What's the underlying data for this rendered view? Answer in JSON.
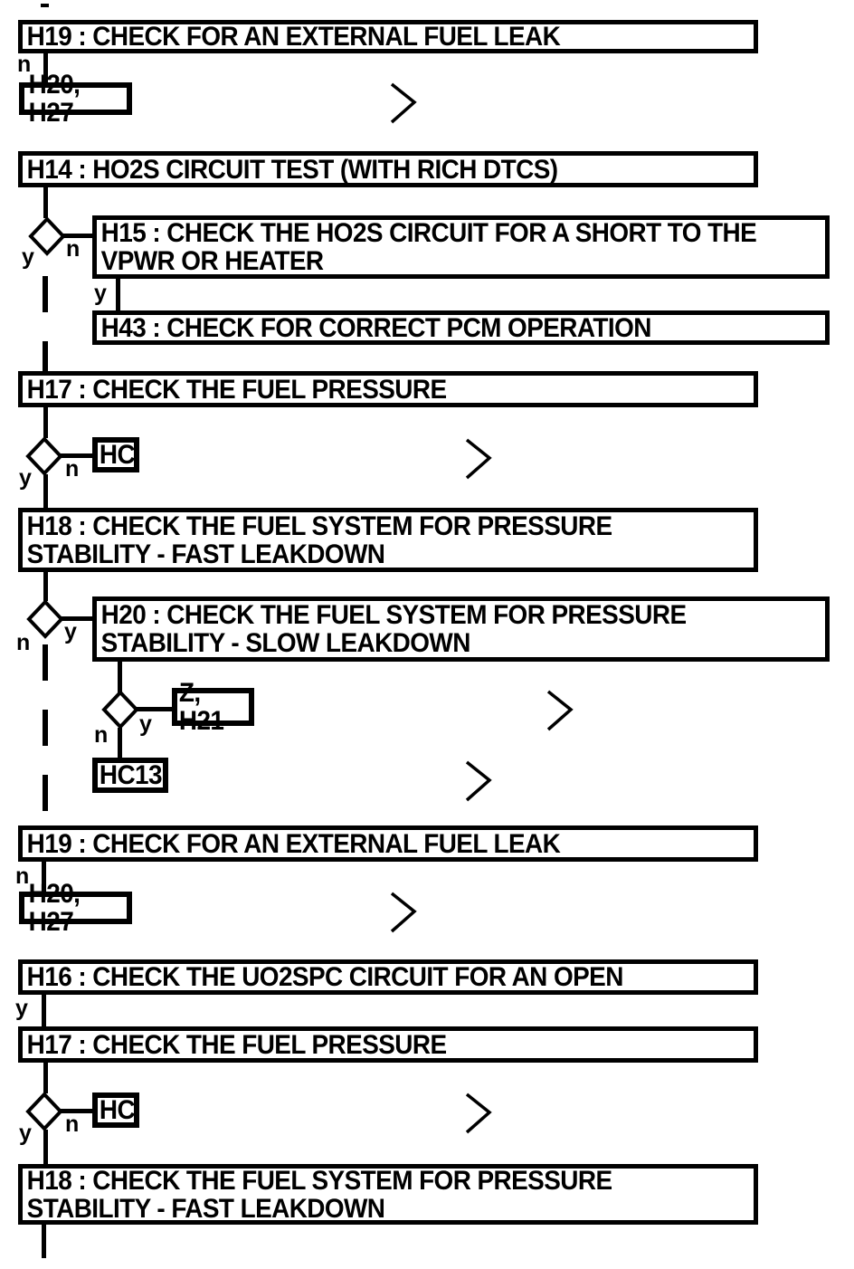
{
  "colors": {
    "ink": "#000000",
    "paper": "#ffffff"
  },
  "branch_labels": {
    "yes": "y",
    "no": "n"
  },
  "steps": {
    "h19_top": "H19 : CHECK FOR AN EXTERNAL FUEL LEAK",
    "h20_h27_top": "H20, H27",
    "h14": "H14 : HO2S CIRCUIT TEST (WITH RICH DTCS)",
    "h15": "H15 : CHECK THE HO2S CIRCUIT FOR A SHORT TO THE\nVPWR OR HEATER",
    "h43": "H43 : CHECK FOR CORRECT PCM OPERATION",
    "h17_upper": "H17 : CHECK THE FUEL PRESSURE",
    "hc_upper": "HC",
    "h18_upper": "H18 : CHECK THE FUEL SYSTEM FOR PRESSURE\nSTABILITY - FAST LEAKDOWN",
    "h20_slow": "H20 : CHECK THE FUEL SYSTEM FOR PRESSURE\nSTABILITY - SLOW LEAKDOWN",
    "z_h21": "Z, H21",
    "hc13": "HC13",
    "h19_lower": "H19 : CHECK FOR AN EXTERNAL FUEL LEAK",
    "h20_h27_lower": "H20, H27",
    "h16": "H16 : CHECK THE UO2SPC CIRCUIT FOR AN OPEN",
    "h17_lower": "H17 : CHECK THE FUEL PRESSURE",
    "hc_lower": "HC",
    "h18_lower": "H18 : CHECK THE FUEL SYSTEM FOR PRESSURE\nSTABILITY - FAST LEAKDOWN"
  }
}
